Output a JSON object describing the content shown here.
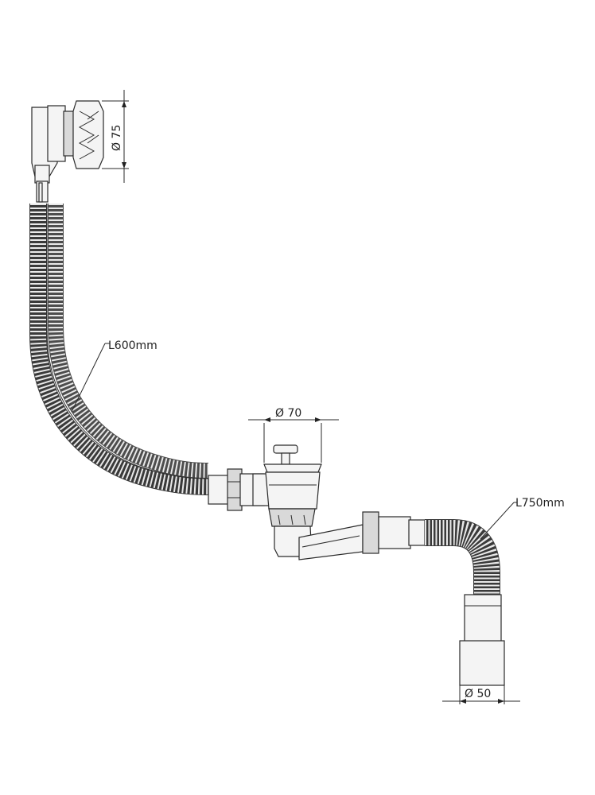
{
  "dimensions": {
    "overflow_diameter": "Ø 75",
    "drain_diameter": "Ø 70",
    "outlet_diameter": "Ø 50",
    "overflow_hose_length": "L600mm",
    "drain_hose_length": "L750mm"
  }
}
